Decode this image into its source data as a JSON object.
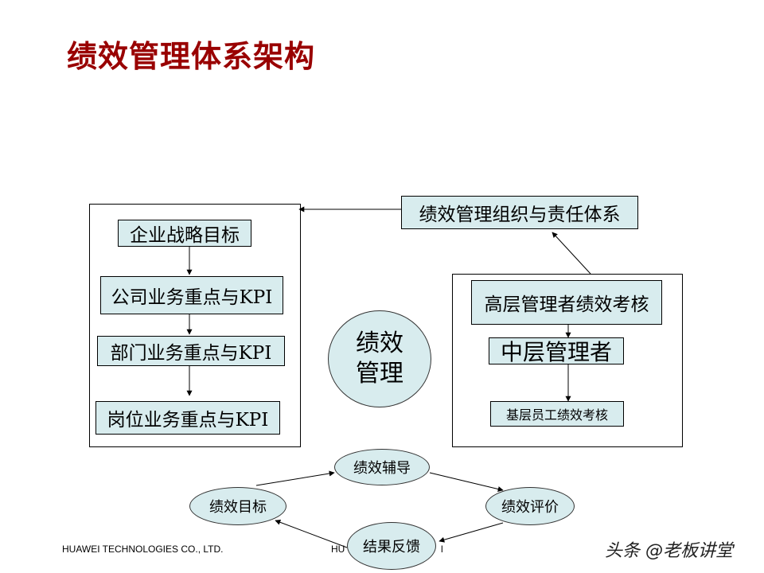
{
  "title": "绩效管理体系架构",
  "left_chain": {
    "items": [
      "企业战略目标",
      "公司业务重点与KPI",
      "部门业务重点与KPI",
      "岗位业务重点与KPI"
    ]
  },
  "center": {
    "line1": "绩效",
    "line2": "管理"
  },
  "org_box": "绩效管理组织与责任体系",
  "right_chain": {
    "top": "高层管理者绩效考核",
    "middle": "中层管理者",
    "bottom": "基层员工绩效考核"
  },
  "cycle": {
    "coaching": "绩效辅导",
    "goal": "绩效目标",
    "evaluation": "绩效评价",
    "feedback": "结果反馈"
  },
  "footer": {
    "company": "HUAWEI TECHNOLOGIES CO., LTD.",
    "center_fragment_left": "HU",
    "center_fragment_right": "l"
  },
  "watermark": "头条 @老板讲堂"
}
